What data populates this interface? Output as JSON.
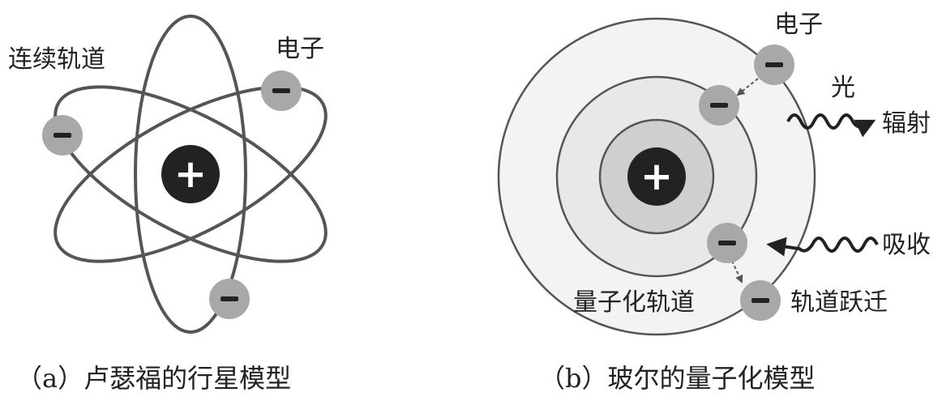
{
  "panel_a": {
    "label_orbit": "连续轨道",
    "label_electron": "电子",
    "caption": "（a）卢瑟福的行星模型"
  },
  "panel_b": {
    "label_electron": "电子",
    "label_light": "光",
    "label_radiation": "辐射",
    "label_absorb": "吸收",
    "label_quantized_orbit": "量子化轨道",
    "label_transition": "轨道跃迁",
    "caption": "（b）玻尔的量子化模型"
  },
  "symbols": {
    "nucleus": "+",
    "electron": "−"
  },
  "colors": {
    "nucleus": "#222222",
    "electron": "#a8a8a8",
    "orbit_line": "#555555",
    "shell_outer": "#f3f3f3",
    "shell_mid": "#e8e8e8",
    "shell_inner": "#cfcfcf"
  }
}
